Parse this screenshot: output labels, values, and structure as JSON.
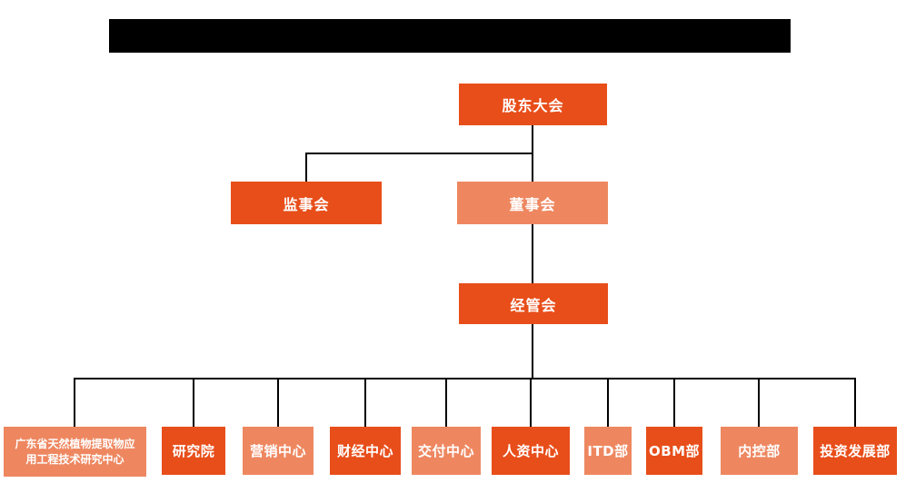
{
  "colors": {
    "primary": "#E84E1A",
    "secondary": "#EE8760",
    "line": "#000000",
    "redaction": "#000000"
  },
  "org": {
    "level1": {
      "label": "股东大会"
    },
    "level2": {
      "supervisory": {
        "label": "监事会"
      },
      "board": {
        "label": "董事会"
      }
    },
    "level3": {
      "label": "经管会"
    },
    "departments": [
      {
        "label": "广东省天然植物提取物应用工程技术研究中心"
      },
      {
        "label": "研究院"
      },
      {
        "label": "营销中心"
      },
      {
        "label": "财经中心"
      },
      {
        "label": "交付中心"
      },
      {
        "label": "人资中心"
      },
      {
        "label": "ITD部"
      },
      {
        "label": "OBM部"
      },
      {
        "label": "内控部"
      },
      {
        "label": "投资发展部"
      }
    ]
  }
}
